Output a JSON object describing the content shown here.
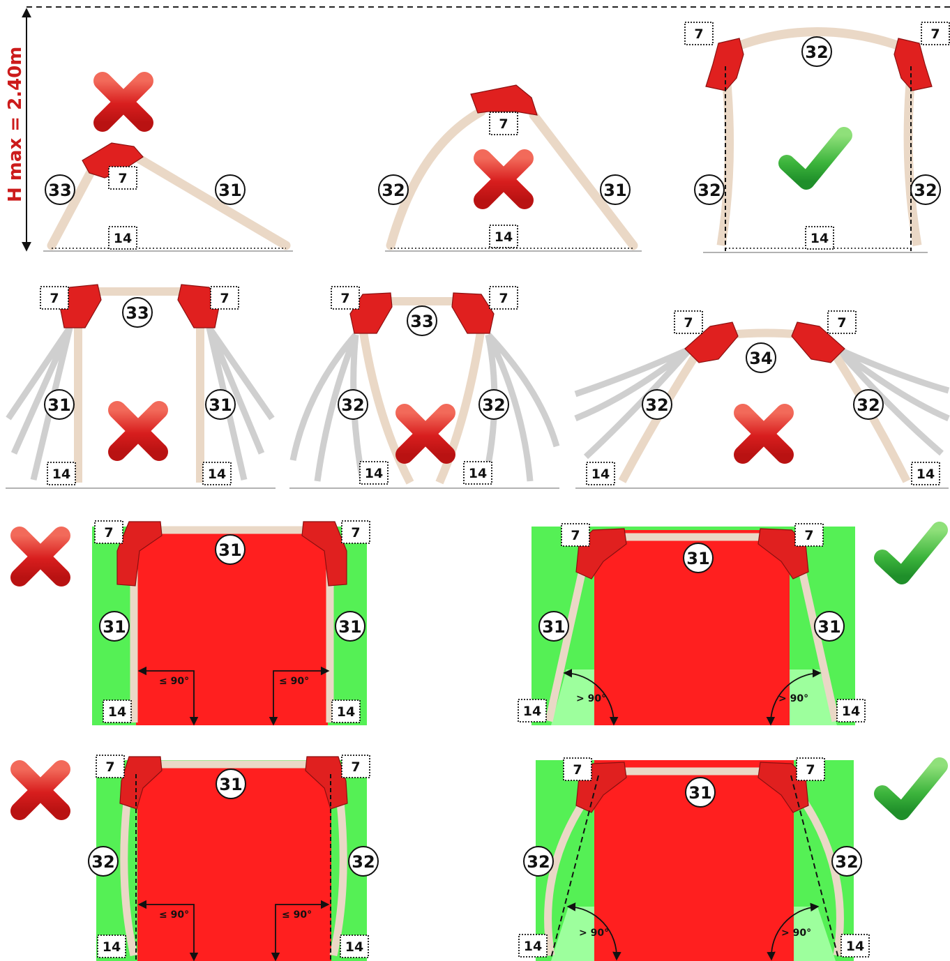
{
  "title": "H max = 2.40m",
  "parts": {
    "connector": "7",
    "foot": "14",
    "pole_31": "31",
    "pole_32": "32",
    "pole_33": "33",
    "pole_34": "34"
  },
  "angles": {
    "le90": "≤ 90°",
    "gt90": "> 90°"
  },
  "colors": {
    "wrong": "#d91e1e",
    "correct": "#3cb43c",
    "wood": "#ead8c6",
    "connector": "#e0201f",
    "red_zone": "#ff1f1f",
    "green_zone": "#55f055"
  },
  "panels": [
    {
      "id": "row1-left",
      "verdict": "wrong",
      "labels": [
        "33",
        "7",
        "31",
        "14"
      ]
    },
    {
      "id": "row1-middle",
      "verdict": "wrong",
      "labels": [
        "32",
        "7",
        "31",
        "14"
      ]
    },
    {
      "id": "row1-right",
      "verdict": "correct",
      "labels": [
        "7",
        "32",
        "7",
        "32",
        "32",
        "14"
      ]
    },
    {
      "id": "row2-left",
      "verdict": "wrong",
      "labels": [
        "7",
        "33",
        "7",
        "31",
        "31",
        "14",
        "14"
      ]
    },
    {
      "id": "row2-middle",
      "verdict": "wrong",
      "labels": [
        "7",
        "33",
        "7",
        "32",
        "32",
        "14",
        "14"
      ]
    },
    {
      "id": "row2-right",
      "verdict": "wrong",
      "labels": [
        "7",
        "7",
        "34",
        "32",
        "32",
        "14",
        "14"
      ]
    },
    {
      "id": "row3-left",
      "verdict": "wrong",
      "labels": [
        "7",
        "31",
        "7",
        "31",
        "31",
        "14",
        "14"
      ],
      "angles": [
        "≤ 90°",
        "≤ 90°"
      ]
    },
    {
      "id": "row3-right",
      "verdict": "correct",
      "labels": [
        "7",
        "31",
        "7",
        "31",
        "31",
        "14",
        "14"
      ],
      "angles": [
        "> 90°",
        "> 90°"
      ]
    },
    {
      "id": "row4-left",
      "verdict": "wrong",
      "labels": [
        "7",
        "31",
        "7",
        "32",
        "32",
        "14",
        "14"
      ],
      "angles": [
        "≤ 90°",
        "≤ 90°"
      ]
    },
    {
      "id": "row4-right",
      "verdict": "correct",
      "labels": [
        "7",
        "31",
        "7",
        "32",
        "32",
        "14",
        "14"
      ],
      "angles": [
        "> 90°",
        "> 90°"
      ]
    }
  ]
}
